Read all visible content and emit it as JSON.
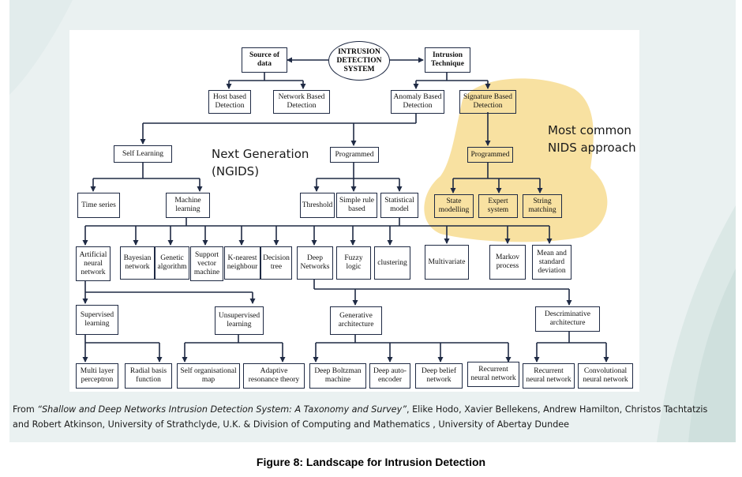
{
  "root": "INTRUSION\nDETECTION\nSYSTEM",
  "source_of_data": "Source of\ndata",
  "intrusion_technique": "Intrusion\nTechnique",
  "host_based": "Host based\nDetection",
  "network_based": "Network Based\nDetection",
  "anomaly_based": "Anomaly Based\nDetection",
  "signature_based": "Signature Based\nDetection",
  "self_learning": "Self Learning",
  "programmed_anomaly": "Programmed",
  "programmed_signature": "Programmed",
  "time_series": "Time series",
  "machine_learning": "Machine\nlearning",
  "threshold": "Threshold",
  "simple_rule": "Simple rule\nbased",
  "statistical_model": "Statistical\nmodel",
  "state_modelling": "State\nmodelling",
  "expert_system": "Expert\nsystem",
  "string_matching": "String\nmatching",
  "ann": "Artificial\nneural\nnetwork",
  "bayesian": "Bayesian\nnetwork",
  "genetic": "Genetic\nalgorithm",
  "svm": "Support\nvector\nmachine",
  "knn": "K-nearest\nneighbour",
  "decision_tree": "Decision\ntree",
  "deep_networks": "Deep\nNetworks",
  "fuzzy": "Fuzzy\nlogic",
  "clustering": "clustering",
  "multivariate": "Multivariate",
  "markov": "Markov\nprocess",
  "mean_std": "Mean and\nstandard\ndeviation",
  "supervised": "Supervised\nlearning",
  "unsupervised": "Unsupervised\nlearning",
  "generative": "Generative\narchitecture",
  "discriminative": "Descriminative\narchitecture",
  "mlp": "Multi layer\nperceptron",
  "rbf": "Radial basis\nfunction",
  "som": "Self organisational\nmap",
  "art": "Adaptive\nresonance theory",
  "dbm": "Deep Boltzman\nmachine",
  "autoencoder": "Deep auto-\nencoder",
  "dbn": "Deep belief\nnetwork",
  "rnn_gen": "Recurrent\nneural network",
  "rnn_disc": "Recurrent\nneural network",
  "cnn": "Convolutional\nneural network",
  "next_gen": "Next Generation\n(NGIDS)",
  "most_common": "Most common\nNIDS approach",
  "citation": {
    "prefix": "From ",
    "title": "“Shallow and Deep Networks Intrusion Detection System: A Taxonomy and Survey”",
    "rest": ", Elike Hodo, Xavier Bellekens, Andrew Hamilton, Christos Tachtatzis and Robert Atkinson, University of Strathclyde, U.K. & Division of Computing and Mathematics , University of Abertay Dundee"
  },
  "figure_caption": "Figure 8: Landscape for Intrusion Detection",
  "colors": {
    "highlight": "#f6d98a",
    "slide_bg": "#eaf1f1",
    "line": "#1f2a44"
  }
}
